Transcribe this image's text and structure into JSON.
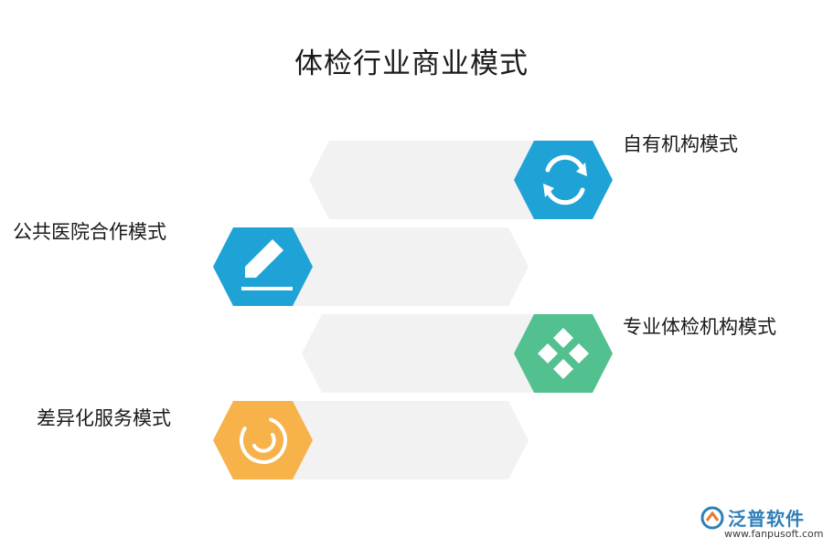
{
  "title": "体检行业商业模式",
  "items": [
    {
      "label": "自有机构模式",
      "icon": "refresh-icon",
      "color": "#1fa3d6"
    },
    {
      "label": "公共医院合作模式",
      "icon": "pencil-icon",
      "color": "#1fa3d6"
    },
    {
      "label": "专业体检机构模式",
      "icon": "diamond-grid-icon",
      "color": "#52c08f"
    },
    {
      "label": "差异化服务模式",
      "icon": "circle-arc-icon",
      "color": "#f7b24a"
    }
  ],
  "banner_color": "#f2f2f2",
  "logo": {
    "name": "泛普软件",
    "url": "www.fanpusoft.com",
    "color": "#2f7fb8"
  }
}
